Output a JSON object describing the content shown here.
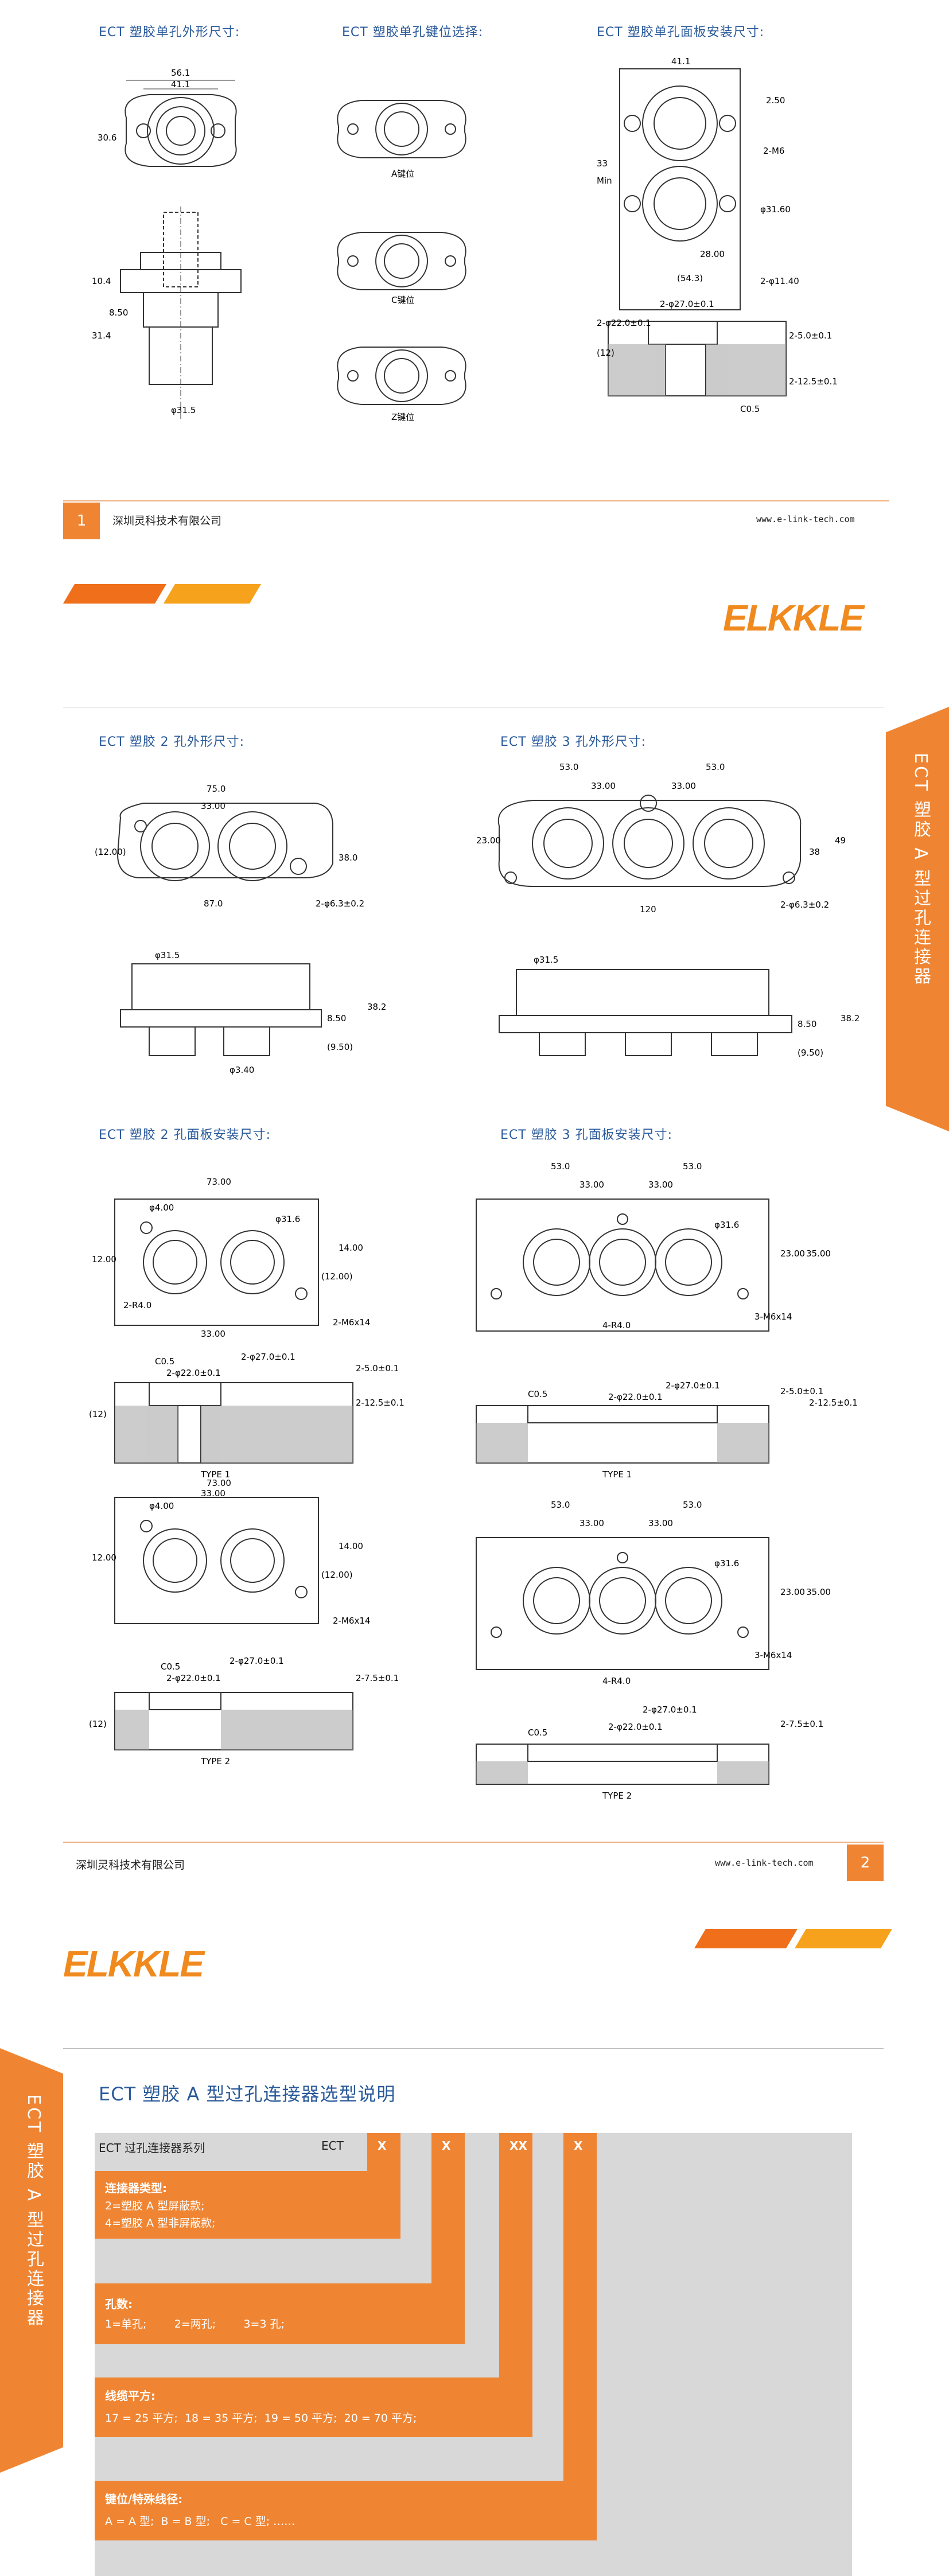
{
  "page1": {
    "titles": [
      "ECT 塑胶单孔外形尺寸:",
      "ECT 塑胶单孔键位选择:",
      "ECT 塑胶单孔面板安装尺寸:"
    ],
    "dims_outline": [
      "56.1",
      "41.1",
      "30.6",
      "10.4",
      "8.50",
      "31.4",
      "φ31.5"
    ],
    "key_labels": [
      "A键位",
      "C键位",
      "Z键位"
    ],
    "dims_panel": [
      "41.1",
      "2.50",
      "2-M6",
      "33",
      "Min",
      "φ31.60",
      "28.00",
      "(54.3)",
      "2-φ11.40",
      "2-φ27.0±0.1",
      "2-φ22.0±0.1",
      "(12)",
      "2-5.0±0.1",
      "2-12.5±0.1",
      "C0.5"
    ],
    "page_number": "1",
    "company": "深圳灵科技术有限公司",
    "url": "www.e-link-tech.com"
  },
  "logo_text": "ELKKLE",
  "page2": {
    "side_tab": "ECT 塑胶 A 型过孔连接器",
    "titles": [
      "ECT 塑胶 2 孔外形尺寸:",
      "ECT 塑胶 3 孔外形尺寸:",
      "ECT 塑胶 2 孔面板安装尺寸:",
      "ECT 塑胶 3 孔面板安装尺寸:"
    ],
    "dims_2hole": [
      "75.0",
      "33.00",
      "(12.00)",
      "38.0",
      "87.0",
      "2-φ6.3±0.2",
      "φ31.5",
      "38.2",
      "8.50",
      "(9.50)",
      "φ3.40"
    ],
    "dims_3hole": [
      "53.0",
      "53.0",
      "33.00",
      "33.00",
      "23.00",
      "38",
      "49",
      "120",
      "2-φ6.3±0.2",
      "φ31.5",
      "38.2",
      "8.50",
      "(9.50)"
    ],
    "dims_panel2": [
      "73.00",
      "φ4.00",
      "φ31.6",
      "12.00",
      "(12.00)",
      "14.00",
      "2-R4.0",
      "33.00",
      "2-M6x14",
      "C0.5",
      "2-φ27.0±0.1",
      "2-φ22.0±0.1",
      "2-5.0±0.1",
      "2-12.5±0.1",
      "(12)",
      "TYPE 1",
      "73.00",
      "33.00",
      "φ4.00",
      "12.00",
      "(12.00)",
      "14.00",
      "2-M6x14",
      "C0.5",
      "2-φ27.0±0.1",
      "2-φ22.0±0.1",
      "2-7.5±0.1",
      "(12)",
      "TYPE 2"
    ],
    "dims_panel3": [
      "53.0",
      "53.0",
      "33.00",
      "33.00",
      "φ31.6",
      "23.00",
      "35.00",
      "4-R4.0",
      "3-M6x14",
      "C0.5",
      "2-φ27.0±0.1",
      "2-φ22.0±0.1",
      "2-5.0±0.1",
      "2-12.5±0.1",
      "TYPE 1",
      "53.0",
      "53.0",
      "33.00",
      "33.00",
      "φ31.6",
      "23.00",
      "35.00",
      "4-R4.0",
      "3-M6x14",
      "C0.5",
      "2-φ27.0±0.1",
      "2-φ22.0±0.1",
      "2-7.5±0.1",
      "TYPE 2"
    ],
    "company": "深圳灵科技术有限公司",
    "url": "www.e-link-tech.com",
    "page_number": "2"
  },
  "page3": {
    "side_tab": "ECT 塑胶 A 型过孔连接器",
    "title": "ECT 塑胶 A 型过孔连接器选型说明",
    "series_label": "ECT 过孔连接器系列",
    "code_prefix": "ECT",
    "codes": [
      "X",
      "X",
      "XX",
      "X"
    ],
    "groups": [
      {
        "title": "连接器类型:",
        "lines": [
          "2=塑胶 A 型屏蔽款;",
          "4=塑胶 A 型非屏蔽款;"
        ]
      },
      {
        "title": "孔数:",
        "lines": [
          "1=单孔;        2=两孔;        3=3 孔;"
        ]
      },
      {
        "title": "线缆平方:",
        "lines": [
          "17 = 25 平方;  18 = 35 平方;  19 = 50 平方;  20 = 70 平方;"
        ]
      },
      {
        "title": "键位/特殊线径:",
        "lines": [
          "A = A 型;  B = B 型;   C = C 型; ……"
        ]
      }
    ]
  },
  "colors": {
    "orange": "#ef8533",
    "blue_title": "#2a5a9a",
    "logo_orange": "#f08a1e",
    "logo_green": "#5aa02c"
  }
}
